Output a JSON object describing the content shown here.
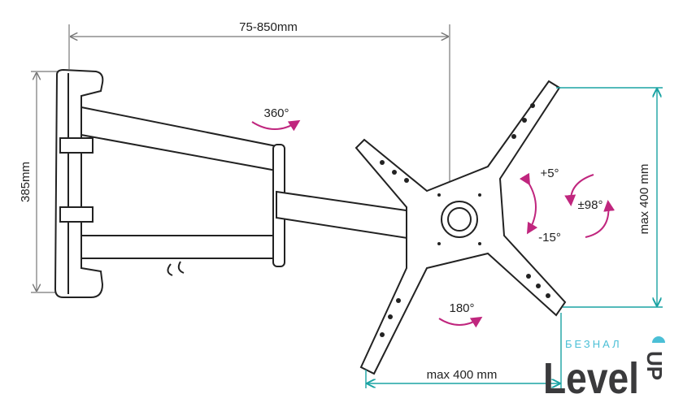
{
  "dimensions": {
    "width_range": "75-850mm",
    "wall_plate_height": "385mm",
    "max_vertical": "max 400 mm",
    "max_horizontal": "max 400 mm"
  },
  "rotations": {
    "arm_swivel": "360°",
    "screen_rotation": "180°",
    "tilt_up": "+5°",
    "tilt_down": "-15°",
    "swivel": "±98°"
  },
  "logo": {
    "sub": "БЕЗНАЛ",
    "main": "Level",
    "up": "UP"
  },
  "colors": {
    "accent_rotation": "#c0267e",
    "accent_dimension": "#1aa3a3",
    "line": "#222222"
  }
}
